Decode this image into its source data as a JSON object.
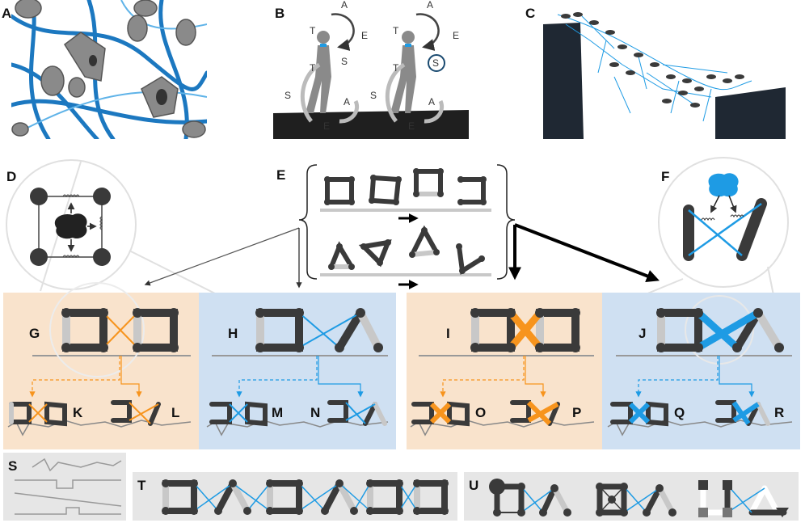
{
  "panels": {
    "A": "A",
    "B": "B",
    "C": "C",
    "D": "D",
    "E": "E",
    "F": "F",
    "G": "G",
    "H": "H",
    "I": "I",
    "J": "J",
    "K": "K",
    "L": "L",
    "M": "M",
    "N": "N",
    "O": "O",
    "P": "P",
    "Q": "Q",
    "R": "R",
    "S": "S",
    "T": "T",
    "U": "U"
  },
  "cycle_labels": {
    "A": "A",
    "E": "E",
    "S": "S",
    "T": "T"
  },
  "colors": {
    "orange_bg": "#f9e3cc",
    "blue_bg": "#cfe0f2",
    "grey_panel": "#e6e6e6",
    "dark": "#3a3a3a",
    "light_link": "#c8c8c8",
    "orange": "#f7941d",
    "blue": "#1e9be4",
    "soil": "#1f1f1f"
  },
  "icons": [
    "brain-icon",
    "spring-icon",
    "arrow-icon",
    "human-walker-icon",
    "ant-bridge-icon",
    "neuron-network-icon"
  ]
}
